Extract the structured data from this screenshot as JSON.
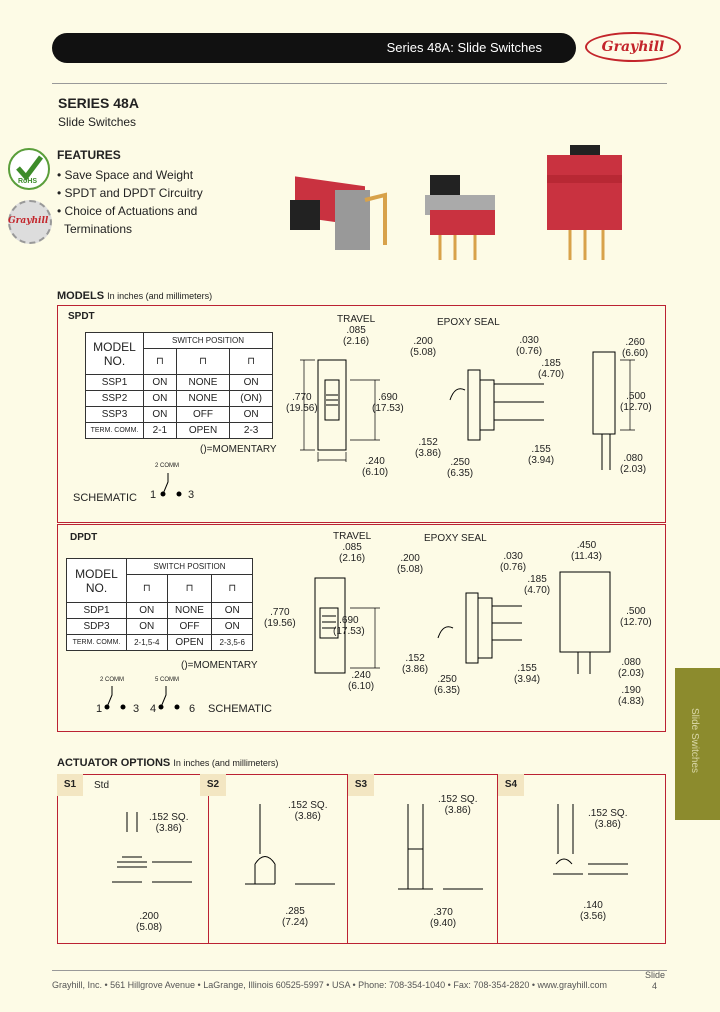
{
  "header": {
    "title": "Series 48A: Slide Switches",
    "logo": "Grayhill"
  },
  "series": {
    "title": "SERIES 48A",
    "subtitle": "Slide Switches"
  },
  "features": {
    "heading": "FEATURES",
    "items": [
      "• Save Space and Weight",
      "• SPDT and DPDT Circuitry",
      "• Choice of Actuations and",
      "Terminations"
    ],
    "rohs": "RoHS"
  },
  "models": {
    "heading": "MODELS",
    "note": "In inches (and millimeters)"
  },
  "spdt": {
    "label": "SPDT",
    "model_no": "MODEL NO.",
    "switch_position": "SWITCH POSITION",
    "rows": [
      [
        "SSP1",
        "ON",
        "NONE",
        "ON"
      ],
      [
        "SSP2",
        "ON",
        "NONE",
        "(ON)"
      ],
      [
        "SSP3",
        "ON",
        "OFF",
        "ON"
      ],
      [
        "TERM. COMM.",
        "2-1",
        "OPEN",
        "2-3"
      ]
    ],
    "momentary": "()=MOMENTARY",
    "schematic": "SCHEMATIC",
    "comm": "2 COMM",
    "pin1": "1",
    "pin3": "3",
    "travel": "TRAVEL",
    "d_travel": ".085",
    "d_travel_mm": "(2.16)",
    "d_770": ".770",
    "d_770mm": "(19.56)",
    "d_690": ".690",
    "d_690mm": "(17.53)",
    "d_240": ".240",
    "d_240mm": "(6.10)",
    "epoxy": "EPOXY SEAL",
    "d_200": ".200",
    "d_200mm": "(5.08)",
    "d_030": ".030",
    "d_030mm": "(0.76)",
    "d_185": ".185",
    "d_185mm": "(4.70)",
    "d_152": ".152",
    "d_152mm": "(3.86)",
    "d_155": ".155",
    "d_155mm": "(3.94)",
    "d_250": ".250",
    "d_250mm": "(6.35)",
    "d_260": ".260",
    "d_260mm": "(6.60)",
    "d_500": ".500",
    "d_500mm": "(12.70)",
    "d_080": ".080",
    "d_080mm": "(2.03)"
  },
  "dpdt": {
    "label": "DPDT",
    "model_no": "MODEL NO.",
    "switch_position": "SWITCH POSITION",
    "rows": [
      [
        "SDP1",
        "ON",
        "NONE",
        "ON"
      ],
      [
        "SDP3",
        "ON",
        "OFF",
        "ON"
      ],
      [
        "TERM. COMM.",
        "2-1,5-4",
        "OPEN",
        "2-3,5-6"
      ]
    ],
    "momentary": "()=MOMENTARY",
    "schematic": "SCHEMATIC",
    "comm2": "2 COMM",
    "comm5": "5 COMM",
    "p1": "1",
    "p3": "3",
    "p4": "4",
    "p6": "6",
    "travel": "TRAVEL",
    "d_travel": ".085",
    "d_travel_mm": "(2.16)",
    "d_770": ".770",
    "d_770mm": "(19.56)",
    "d_690": ".690",
    "d_690mm": "(17.53)",
    "d_240": ".240",
    "d_240mm": "(6.10)",
    "epoxy": "EPOXY SEAL",
    "d_200": ".200",
    "d_200mm": "(5.08)",
    "d_030": ".030",
    "d_030mm": "(0.76)",
    "d_185": ".185",
    "d_185mm": "(4.70)",
    "d_152": ".152",
    "d_152mm": "(3.86)",
    "d_155": ".155",
    "d_155mm": "(3.94)",
    "d_250": ".250",
    "d_250mm": "(6.35)",
    "d_450": ".450",
    "d_450mm": "(11.43)",
    "d_500": ".500",
    "d_500mm": "(12.70)",
    "d_080": ".080",
    "d_080mm": "(2.03)",
    "d_190": ".190",
    "d_190mm": "(4.83)"
  },
  "actuator": {
    "heading": "ACTUATOR OPTIONS",
    "note": "In inches (and millimeters)",
    "opts": [
      {
        "code": "S1",
        "name": "Std",
        "sq": ".152 SQ.",
        "sqmm": "(3.86)",
        "h": ".200",
        "hmm": "(5.08)"
      },
      {
        "code": "S2",
        "name": "",
        "sq": ".152 SQ.",
        "sqmm": "(3.86)",
        "h": ".285",
        "hmm": "(7.24)"
      },
      {
        "code": "S3",
        "name": "",
        "sq": ".152 SQ.",
        "sqmm": "(3.86)",
        "h": ".370",
        "hmm": "(9.40)"
      },
      {
        "code": "S4",
        "name": "",
        "sq": ".152 SQ.",
        "sqmm": "(3.86)",
        "h": ".140",
        "hmm": "(3.56)"
      }
    ]
  },
  "sidetab": "Slide Switches",
  "footer": {
    "text": "Grayhill, Inc. • 561 Hillgrove Avenue • LaGrange, Illinois 60525-5997 • USA • Phone: 708-354-1040 • Fax: 708-354-2820 • www.grayhill.com",
    "slide": "Slide",
    "page": "4"
  },
  "colors": {
    "accent": "#c3252b",
    "tab": "#8c8b2d",
    "bg": "#fdfbe6"
  }
}
